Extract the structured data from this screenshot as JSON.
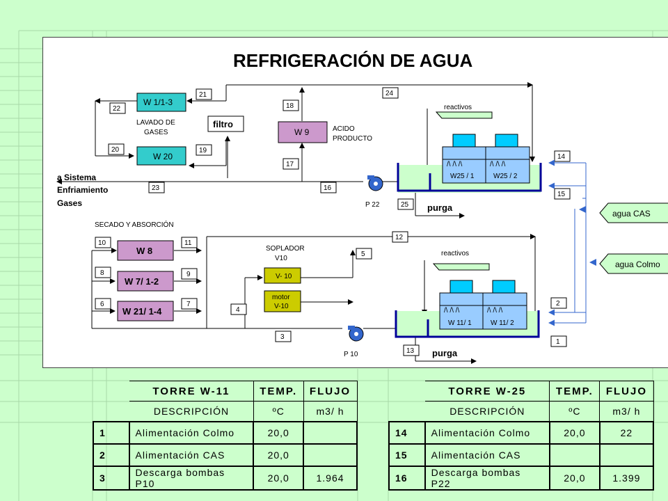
{
  "diagram": {
    "title": "REFRIGERACIÓN DE AGUA",
    "units": {
      "w1": "W 1/1-3",
      "w20": "W 20",
      "w9": "W 9",
      "filtro": "filtro",
      "w8": "W 8",
      "w7": "W 7/ 1-2",
      "w21": "W 21/ 1-4",
      "v10": "V- 10",
      "motor1": "motor",
      "motor2": "V-10",
      "w25_1": "W25 / 1",
      "w25_2": "W25 / 2",
      "w11_1": "W 11/ 1",
      "w11_2": "W 11/ 2"
    },
    "labels": {
      "lavado1": "LAVADO DE",
      "lavado2": "GASES",
      "acido1": "ACIDO",
      "acido2": "PRODUCTO",
      "sistema1": "a Sistema",
      "sistema2": "Enfriamiento",
      "sistema3": "Gases",
      "secado": "SECADO Y ABSORCIÓN",
      "soplador1": "SOPLADOR",
      "soplador2": "V10",
      "reactivos_top": "reactivos",
      "reactivos_bottom": "reactivos",
      "purga_top": "purga",
      "purga_bottom": "purga",
      "p22": "P  22",
      "p10": "P  10",
      "agua_cas": "agua CAS",
      "agua_colmo": "agua Colmo"
    },
    "stream_numbers": {
      "s1": "1",
      "s2": "2",
      "s3": "3",
      "s4": "4",
      "s5": "5",
      "s6": "6",
      "s7": "7",
      "s8": "8",
      "s9": "9",
      "s10": "10",
      "s11": "11",
      "s12": "12",
      "s13": "13",
      "s14": "14",
      "s15": "15",
      "s16": "16",
      "s17": "17",
      "s18": "18",
      "s19": "19",
      "s20": "20",
      "s21": "21",
      "s22": "22",
      "s23": "23",
      "s24": "24",
      "s25": "25"
    },
    "colors": {
      "teal": "#33cccc",
      "mauve": "#cc99cc",
      "olive": "#cccc00",
      "cyan": "#00ccff",
      "lightblue": "#99ccff",
      "pool": "#ccffcc",
      "tank": "#000099",
      "pump": "#3366cc"
    }
  },
  "table_w11": {
    "header": {
      "name": "TORRE  W-11",
      "temp": "TEMP.",
      "flujo": "FLUJO"
    },
    "subheader": {
      "desc": "DESCRIPCIÓN",
      "temp_unit": "ºC",
      "flujo_unit": "m3/ h"
    },
    "rows": [
      {
        "n": "1",
        "desc": "Alimentación Colmo",
        "temp": "20,0",
        "flujo": ""
      },
      {
        "n": "2",
        "desc": "Alimentación CAS",
        "temp": "20,0",
        "flujo": ""
      },
      {
        "n": "3",
        "desc": "Descarga bombas P10",
        "temp": "20,0",
        "flujo": "1.964"
      }
    ]
  },
  "table_w25": {
    "header": {
      "name": "TORRE  W-25",
      "temp": "TEMP.",
      "flujo": "FLUJO"
    },
    "subheader": {
      "desc": "DESCRIPCIÓN",
      "temp_unit": "ºC",
      "flujo_unit": "m3/ h"
    },
    "rows": [
      {
        "n": "14",
        "desc": "Alimentación Colmo",
        "temp": "20,0",
        "flujo": "22"
      },
      {
        "n": "15",
        "desc": "Alimentación CAS",
        "temp": "",
        "flujo": ""
      },
      {
        "n": "16",
        "desc": "Descarga bombas P22",
        "temp": "20,0",
        "flujo": "1.399"
      }
    ]
  }
}
